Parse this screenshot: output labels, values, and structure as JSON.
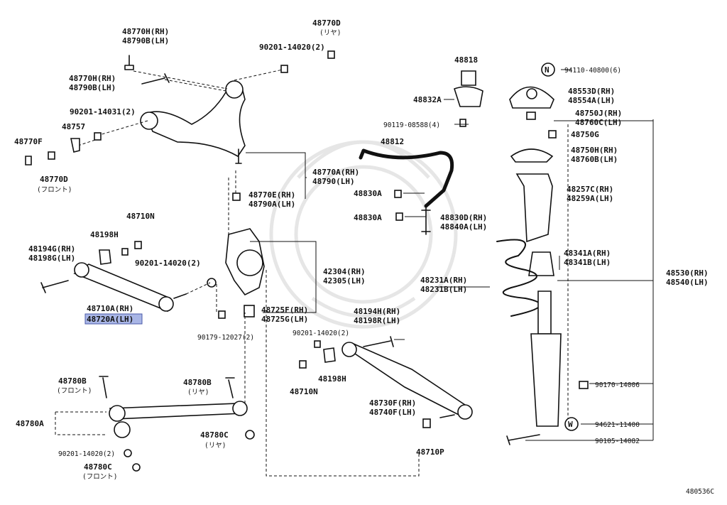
{
  "diagram_code": "480536C",
  "labels": {
    "l48770H_48790B": [
      "48770H(RH)",
      "48790B(LH)"
    ],
    "l48770D_top": [
      "48770D",
      "(リヤ)"
    ],
    "l90201_14020_top": "90201-14020(2)",
    "l48770H_48790B_b": [
      "48770H(RH)",
      "48790B(LH)"
    ],
    "l90201_14031": "90201-14031(2)",
    "l48757": "48757",
    "l48770F": "48770F",
    "l48770D_front": [
      "48770D",
      "(フロント)"
    ],
    "l48770A": [
      "48770A(RH)",
      "48790(LH)"
    ],
    "l48770E": [
      "48770E(RH)",
      "48790A(LH)"
    ],
    "l48710N_top": "48710N",
    "l48198H_top": "48198H",
    "l48194G": [
      "48194G(RH)",
      "48198G(LH)"
    ],
    "l90201_14020_mid": "90201-14020(2)",
    "l48710A": [
      "48710A(RH)",
      "48720A(LH)"
    ],
    "l42304": [
      "42304(RH)",
      "42305(LH)"
    ],
    "l48725F": [
      "48725F(RH)",
      "48725G(LH)"
    ],
    "l90179": "90179-12027(2)",
    "l48818": "48818",
    "l48832A": "48832A",
    "l90119": "90119-08588(4)",
    "l48812": "48812",
    "l48830A_1": "48830A",
    "l48830A_2": "48830A",
    "l48830D": [
      "48830D(RH)",
      "48840A(LH)"
    ],
    "l48231A": [
      "48231A(RH)",
      "48231B(LH)"
    ],
    "l48194H": [
      "48194H(RH)",
      "48198R(LH)"
    ],
    "l90201_14020_low": "90201-14020(2)",
    "l48198H_low": "48198H",
    "l48710N_low": "48710N",
    "l48730F": [
      "48730F(RH)",
      "48740F(LH)"
    ],
    "l48710P": "48710P",
    "l48780B_front": [
      "48780B",
      "(フロント)"
    ],
    "l48780B_rear": [
      "48780B",
      "(リヤ)"
    ],
    "l48780A": "48780A",
    "l48780C_rear": [
      "48780C",
      "(リヤ)"
    ],
    "l90201_14020_bl": "90201-14020(2)",
    "l48780C_front": [
      "48780C",
      "(フロント)"
    ],
    "l94110": "94110-40800(6)",
    "l48553D": [
      "48553D(RH)",
      "48554A(LH)"
    ],
    "l48750J": [
      "48750J(RH)",
      "48760C(LH)"
    ],
    "l48750G": "48750G",
    "l48750H": [
      "48750H(RH)",
      "48760B(LH)"
    ],
    "l48257C": [
      "48257C(RH)",
      "48259A(LH)"
    ],
    "l48341A": [
      "48341A(RH)",
      "48341B(LH)"
    ],
    "l48530": [
      "48530(RH)",
      "48540(LH)"
    ],
    "l90170": "90170-14006",
    "l94621": "94621-11400",
    "l90105": "90105-14082",
    "mark_N": "N",
    "mark_W": "W"
  },
  "highlight": {
    "part": "48720A(LH)",
    "color": "#a9b6e6"
  }
}
